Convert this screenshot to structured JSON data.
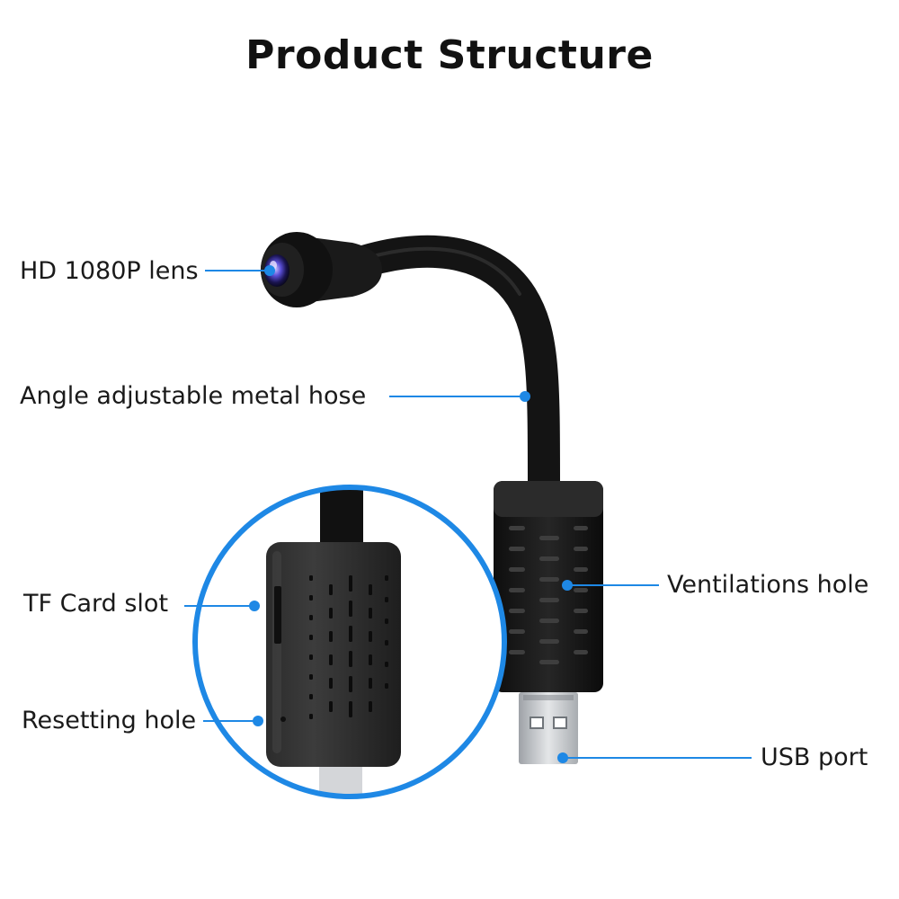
{
  "title": "Product Structure",
  "callouts": {
    "lens": "HD 1080P lens",
    "hose": "Angle adjustable metal hose",
    "tf_card": "TF Card slot",
    "reset": "Resetting hole",
    "vent": "Ventilations hole",
    "usb": "USB port"
  },
  "colors": {
    "callout_blue": "#1e88e5",
    "device_black": "#161616",
    "usb_metal": "#c9ccd0"
  }
}
